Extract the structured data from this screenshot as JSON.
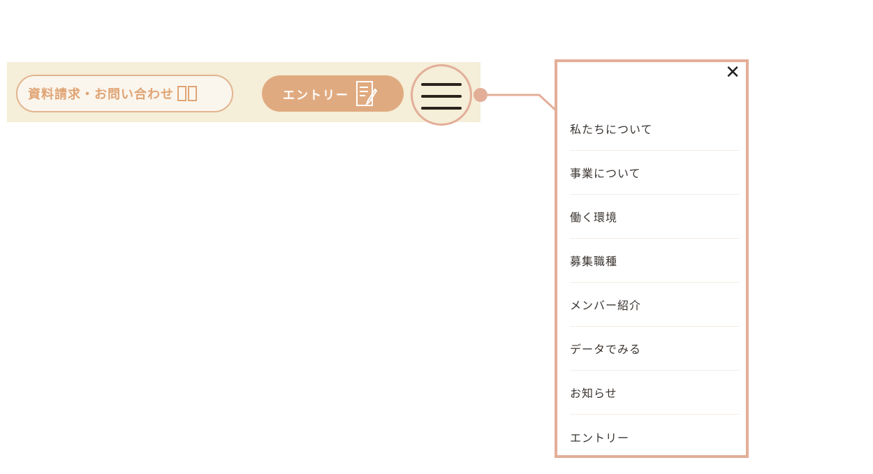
{
  "header": {
    "request_label": "資料請求・お問い合わせ",
    "entry_label": "エントリー"
  },
  "menu": {
    "close_icon": "close-icon",
    "items": [
      "私たちについて",
      "事業について",
      "働く環境",
      "募集職種",
      "メンバー紹介",
      "データでみる",
      "お知らせ",
      "エントリー"
    ]
  },
  "colors": {
    "accent": "#e0aa80",
    "outline": "#e3ae98",
    "banner_bg": "#f5eed8"
  }
}
